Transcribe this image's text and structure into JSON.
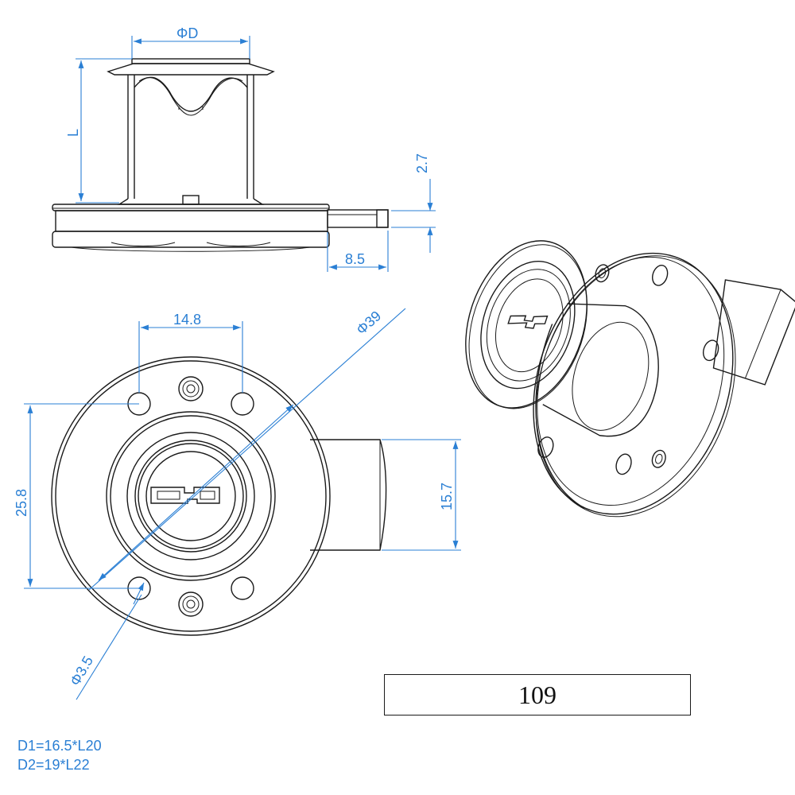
{
  "dimensions": {
    "diameter_d": "ΦD",
    "length_l": "L",
    "thickness": "2.7",
    "tab_length": "8.5",
    "hole_spacing_h": "14.8",
    "outer_diameter": "Φ39",
    "hole_spacing_v": "25.8",
    "tab_width": "15.7",
    "hole_diameter": "Φ3.5"
  },
  "model_code": "109",
  "variants": [
    "D1=16.5*L20",
    "D2=19*L22"
  ]
}
